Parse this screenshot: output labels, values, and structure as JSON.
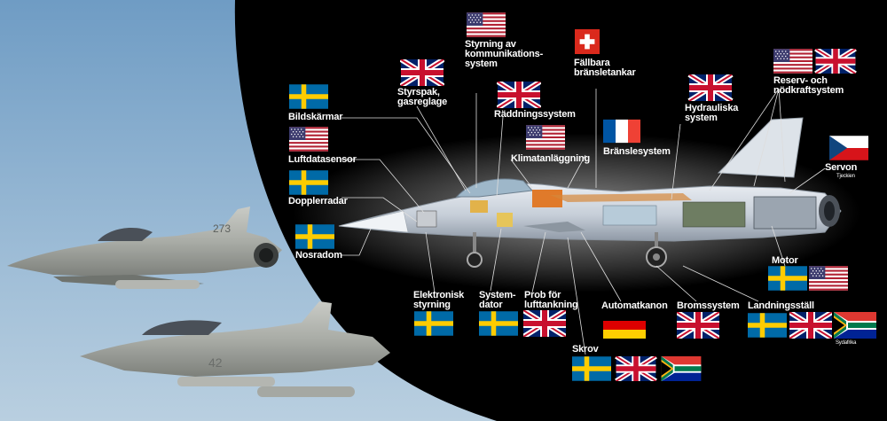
{
  "labels": {
    "styrning": [
      "Styrning av",
      "kommunikations-",
      "system"
    ],
    "fallbara": [
      "Fällbara",
      "bränsletankar"
    ],
    "styrspak": [
      "Styrspak,",
      "gasreglage"
    ],
    "raddning": "Räddningssystem",
    "hydraul": [
      "Hydrauliska",
      "system"
    ],
    "reserv": [
      "Reserv- och",
      "nödkraftsystem"
    ],
    "bildskarmar": "Bildskärmar",
    "klimat": "Klimatanläggning",
    "bransle": "Bränslesystem",
    "luftdata": "Luftdatasensor",
    "servon": "Servon",
    "tjeckien": "Tjeckien",
    "doppler": "Dopplerradar",
    "nosradom": "Nosradom",
    "motor": "Motor",
    "elektronisk": [
      "Elektronisk",
      "styrning"
    ],
    "systemdator": [
      "System-",
      "dator"
    ],
    "probe": [
      "Prob för",
      "lufttankning"
    ],
    "automatkanon": "Automatkanon",
    "bromssystem": "Bromssystem",
    "landning": "Landningsställ",
    "sydafrika": "Sydafrika",
    "skrov": "Skrov",
    "tail_273": "273",
    "tail_42": "42"
  },
  "flag_types": [
    "usa",
    "switzerland",
    "uk",
    "france",
    "czech",
    "sweden",
    "germany",
    "south-africa"
  ],
  "colors": {
    "background_black": "#000000",
    "sky": "#8fb3d1",
    "label_text": "#ffffff",
    "sweden_blue": "#006aa7",
    "sweden_yellow": "#fecc00",
    "uk_blue": "#012169",
    "uk_red": "#c8102e",
    "usa_red": "#b22234",
    "usa_blue": "#3c3b6e",
    "france_blue": "#0055a4",
    "france_red": "#ef4135",
    "swiss_red": "#da291c",
    "czech_blue": "#11457e",
    "czech_red": "#d7141a",
    "sa_green": "#007a4d",
    "sa_yellow": "#ffb612",
    "sa_red": "#de3831",
    "sa_blue": "#002395",
    "leader_lines": "#dddddd"
  }
}
